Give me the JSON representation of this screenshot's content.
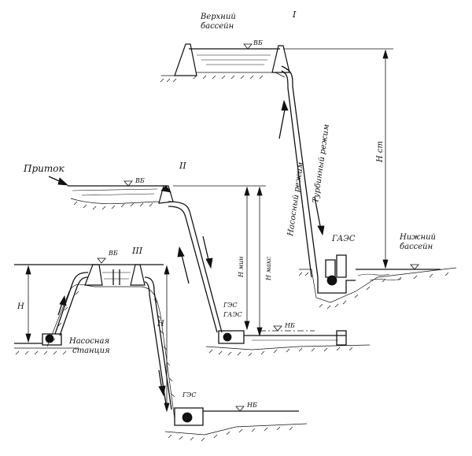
{
  "labels": {
    "upper_pool_line1": "Верхний",
    "upper_pool_line2": "бассейн",
    "roman_1": "I",
    "roman_2": "II",
    "roman_3": "III",
    "wl_1": "ВБ",
    "wl_2": "ВБ",
    "wl_3": "ВБ",
    "nb_2": "НБ",
    "nb_3": "НБ",
    "inflow": "Приток",
    "pump_mode": "Насосный режим",
    "turbine_mode": "Турбинный режим",
    "gaes_1": "ГАЭС",
    "gaes_2": "ГАЭС",
    "ges_2": "ГЭС",
    "ges_3": "ГЭС",
    "lower_pool_line1": "Нижний",
    "lower_pool_line2": "бассейн",
    "pump_station_line1": "Насосная",
    "pump_station_line2": "станция",
    "h_st": "H ст",
    "h_min": "H мин",
    "h_max": "H макс",
    "h_3": "H",
    "h_pump": "H"
  }
}
